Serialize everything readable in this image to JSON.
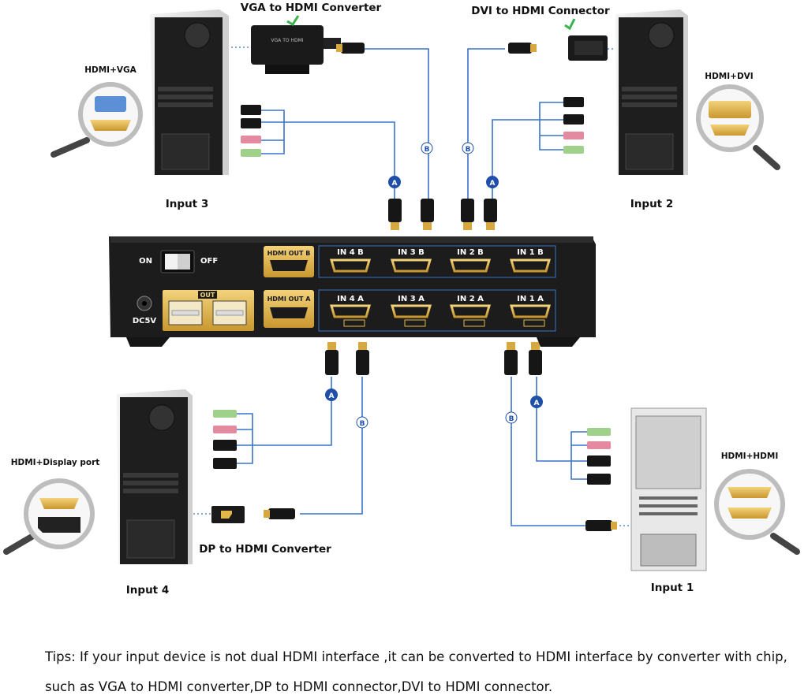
{
  "labels": {
    "vga_converter": "VGA to HDMI Converter",
    "vga_device_text": "VGA TO HDMI",
    "dvi_connector": "DVI to HDMI Connector",
    "dp_converter": "DP to HDMI Converter",
    "input1": "Input 1",
    "input2": "Input 2",
    "input3": "Input 3",
    "input4": "Input 4",
    "mag_hdmi_vga": "HDMI+VGA",
    "mag_hdmi_dvi": "HDMI+DVI",
    "mag_hdmi_dp": "HDMI+Display port",
    "mag_hdmi_hdmi": "HDMI+HDMI"
  },
  "switch_panel": {
    "on": "ON",
    "off": "OFF",
    "dc": "DC5V",
    "usb_out": "OUT",
    "hdmi_out_b": "HDMI OUT B",
    "hdmi_out_a": "HDMI OUT A",
    "in_b": [
      "IN 4 B",
      "IN 3 B",
      "IN 2 B",
      "IN 1 B"
    ],
    "in_a": [
      "IN 4 A",
      "IN 3 A",
      "IN 2 A",
      "IN 1 A"
    ]
  },
  "cable_tags": {
    "a": "A",
    "b": "B"
  },
  "tips": {
    "line1": "Tips: If your input device is not dual HDMI interface ,it can be converted to HDMI interface by converter with chip,",
    "line2": "such as VGA to HDMI converter,DP to HDMI connector,DVI to HDMI connector."
  },
  "colors": {
    "cable": "#3a73c8",
    "tag": "#1f4fa8",
    "gold": "#e3b74a",
    "switch_body": "#1c1c1c"
  }
}
